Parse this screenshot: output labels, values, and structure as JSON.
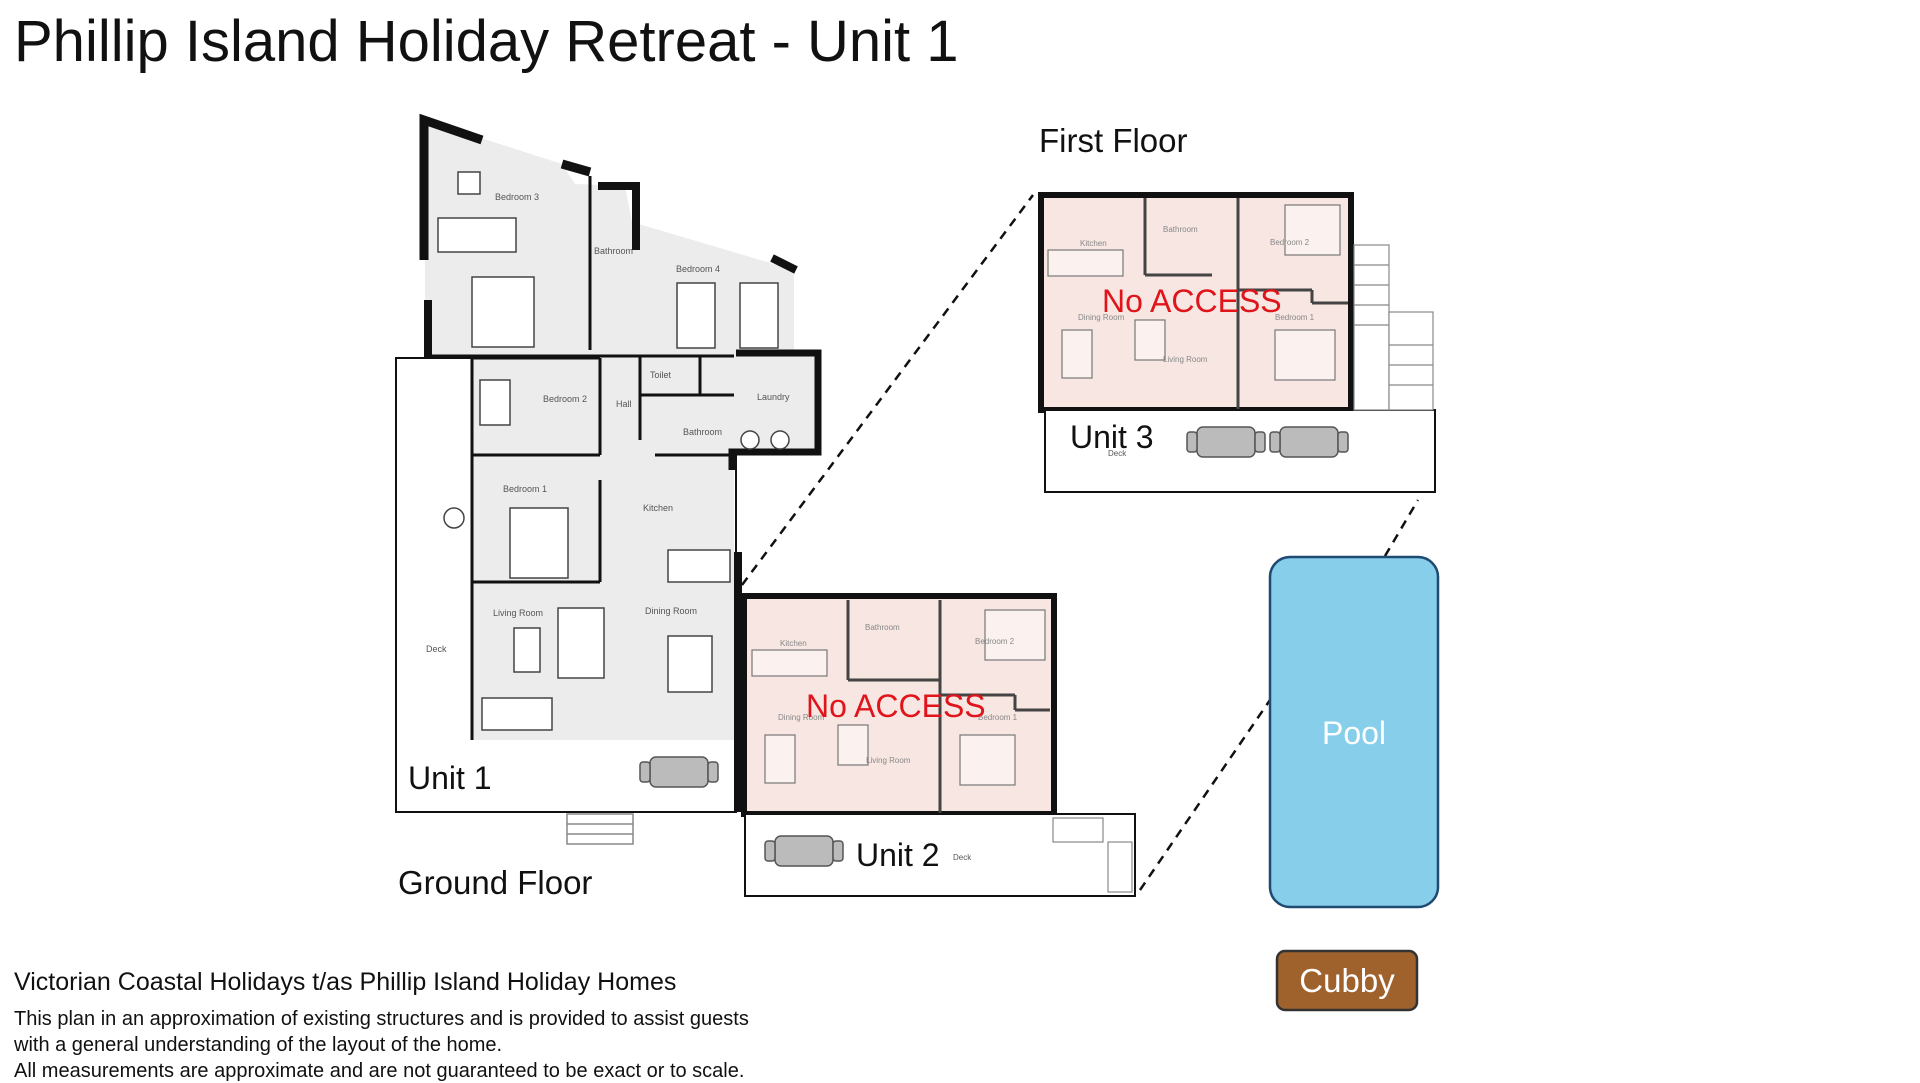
{
  "title": "Phillip Island Holiday Retreat - Unit 1",
  "labels": {
    "ground_floor": "Ground Floor",
    "first_floor": "First Floor",
    "unit1": "Unit 1",
    "unit2": "Unit 2",
    "unit3": "Unit 3",
    "no_access": "No ACCESS",
    "pool": "Pool",
    "cubby": "Cubby",
    "deck": "Deck"
  },
  "rooms": {
    "bedroom1": "Bedroom 1",
    "bedroom2": "Bedroom 2",
    "bedroom3": "Bedroom 3",
    "bedroom4": "Bedroom 4",
    "bathroom": "Bathroom",
    "toilet": "Toilet",
    "hall": "Hall",
    "laundry": "Laundry",
    "kitchen": "Kitchen",
    "living_room": "Living Room",
    "dining_room": "Dining Room"
  },
  "footer": {
    "company": "Victorian Coastal Holidays t/as Phillip Island Holiday Homes",
    "note_line1": "This plan in an approximation of existing structures and is provided to assist guests",
    "note_line2": "with a general understanding of the layout of the home.",
    "note_line3": "All measurements are approximate and are not guaranteed to be exact or to scale."
  },
  "colors": {
    "pool": "#87ceeb",
    "cubby": "#a0622d",
    "no_access_text": "#e0151b",
    "no_access_fill": "#f7e6e2",
    "room_fill": "#ececec",
    "wall": "#111111"
  }
}
